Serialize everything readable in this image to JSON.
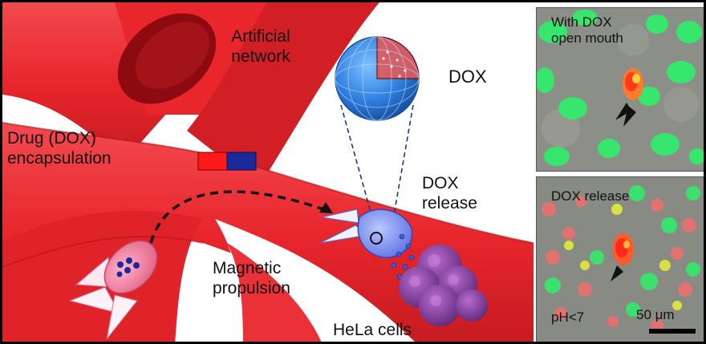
{
  "labels": {
    "artificial_network_1": "Artificial",
    "artificial_network_2": "network",
    "dox": "DOX",
    "drug_encapsulation_1": "Drug (DOX)",
    "drug_encapsulation_2": "encapsulation",
    "dox_release_1": "DOX",
    "dox_release_2": "release",
    "magnetic_propulsion_1": "Magnetic",
    "magnetic_propulsion_2": "propulsion",
    "hela_cells": "HeLa cells"
  },
  "panels": {
    "top": {
      "caption_1": "With DOX",
      "caption_2": "open mouth"
    },
    "bottom": {
      "caption": "DOX release",
      "ph": "pH<7",
      "scale": "50 μm"
    }
  },
  "colors": {
    "vessel": "#e8262c",
    "vessel_dark": "#b01016",
    "fluorescence_green": "#2ef06a",
    "fluorescence_red": "#ff4a4a",
    "magnet_red": "#ff1a1a",
    "magnet_blue": "#1a2a9a",
    "sphere_blue": "#2f7fe0"
  }
}
